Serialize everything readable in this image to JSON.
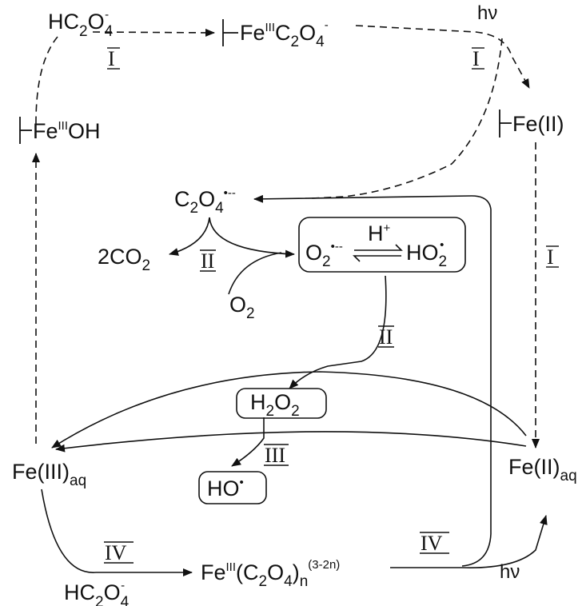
{
  "species": {
    "hc2o4_top": [
      "HC",
      "2",
      "O",
      "4",
      "-"
    ],
    "fe3_c2o4_surface": [
      "Fe",
      "III",
      "C",
      "2",
      "O",
      "4",
      "-"
    ],
    "fe3_oh_surface": [
      "Fe",
      "III",
      "OH"
    ],
    "fe2_surface": "Fe(II)",
    "oxalate_radical": [
      "C",
      "2",
      "O",
      "4",
      "•--"
    ],
    "two_co2": [
      "2CO",
      "2"
    ],
    "o2": [
      "O",
      "2"
    ],
    "superoxide": [
      "O",
      "2",
      "•--"
    ],
    "proton": [
      "H",
      "+"
    ],
    "hydroperoxyl": [
      "HO",
      "2",
      "•"
    ],
    "h2o2": [
      "H",
      "2",
      "O",
      "2"
    ],
    "hydroxyl_radical": [
      "HO",
      "•"
    ],
    "fe3_aq": [
      "Fe(III)",
      "aq"
    ],
    "fe2_aq": [
      "Fe(II)",
      "aq"
    ],
    "fe3_oxalate_complex": [
      "Fe",
      "III",
      "(C",
      "2",
      "O",
      "4",
      ")",
      "n",
      "(3-2n)"
    ],
    "hc2o4_bottom": [
      "HC",
      "2",
      "O",
      "4",
      "-"
    ]
  },
  "light_labels": {
    "top": "hν",
    "bottom": "hν"
  },
  "pathway_labels": {
    "I_top_left": "I",
    "I_top_right": "I",
    "I_right": "I",
    "II_oxalate": "II",
    "II_superoxide": "II",
    "III": "III",
    "IV_left": "IV",
    "IV_right": "IV"
  },
  "colors": {
    "ink": "#111111",
    "background": "#ffffff"
  }
}
